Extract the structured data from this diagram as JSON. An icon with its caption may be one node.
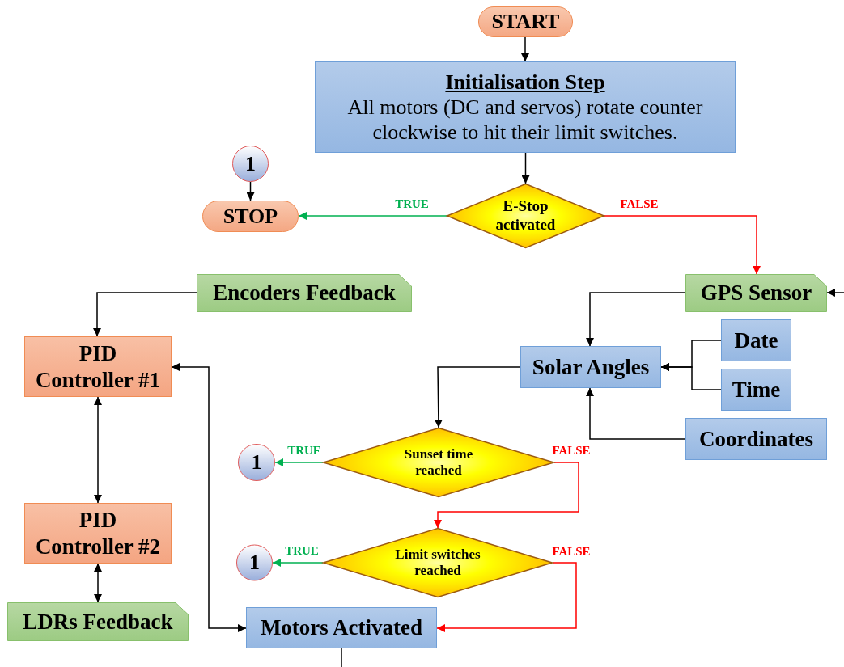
{
  "diagram": {
    "nodes": [
      {
        "text": [
          "START"
        ]
      },
      {
        "text": [
          "Initialisation Step",
          "All motors (DC and servos) rotate counter clockwise to hit their limit switches."
        ]
      },
      {
        "text": [
          "1"
        ]
      },
      {
        "text": [
          "STOP"
        ]
      },
      {
        "text": [
          "E-Stop activated"
        ]
      },
      {
        "text": [
          "GPS Sensor"
        ]
      },
      {
        "text": [
          "Encoders Feedback"
        ]
      },
      {
        "text": [
          "PID Controller #1"
        ]
      },
      {
        "text": [
          "Solar Angles"
        ]
      },
      {
        "text": [
          "Date"
        ]
      },
      {
        "text": [
          "Time"
        ]
      },
      {
        "text": [
          "Coordinates"
        ]
      },
      {
        "text": [
          "Sunset time reached"
        ]
      },
      {
        "text": [
          "1"
        ]
      },
      {
        "text": [
          "PID Controller #2"
        ]
      },
      {
        "text": [
          "Limit switches reached"
        ]
      },
      {
        "text": [
          "1"
        ]
      },
      {
        "text": [
          "LDRs Feedback"
        ]
      },
      {
        "text": [
          "Motors Activated"
        ]
      }
    ],
    "edges": [
      {
        "from": 0,
        "to": 1,
        "arrow": "to"
      },
      {
        "from": 1,
        "to": 4,
        "arrow": "to"
      },
      {
        "from": 2,
        "to": 3,
        "arrow": "to"
      },
      {
        "from": 4,
        "to": 3,
        "arrow": "to",
        "label": "TRUE",
        "color": "#00b050"
      },
      {
        "from": 4,
        "to": 5,
        "arrow": "to",
        "label": "FALSE",
        "color": "#ff0000"
      },
      {
        "from": null,
        "to": 5,
        "arrow": "to"
      },
      {
        "from": 5,
        "to": 8,
        "arrow": "to"
      },
      {
        "from": 9,
        "to": 8,
        "arrow": "to"
      },
      {
        "from": 10,
        "to": 8,
        "arrow": "to"
      },
      {
        "from": 11,
        "to": 8,
        "arrow": "to"
      },
      {
        "from": 6,
        "to": 7,
        "arrow": "to"
      },
      {
        "from": 7,
        "to": 14,
        "arrow": "both"
      },
      {
        "from": 14,
        "to": 17,
        "arrow": "both"
      },
      {
        "from": 8,
        "to": 12,
        "arrow": "to"
      },
      {
        "from": 12,
        "to": 13,
        "arrow": "to",
        "label": "TRUE",
        "color": "#00b050"
      },
      {
        "from": 12,
        "to": 15,
        "arrow": "to",
        "label": "FALSE",
        "color": "#ff0000"
      },
      {
        "from": 15,
        "to": 16,
        "arrow": "to",
        "label": "TRUE",
        "color": "#00b050"
      },
      {
        "from": 15,
        "to": 18,
        "arrow": "to",
        "label": "FALSE",
        "color": "#ff0000"
      },
      {
        "from": 7,
        "to": 18,
        "arrow": "both"
      },
      {
        "from": 18,
        "to": null,
        "arrow": "none"
      }
    ]
  }
}
